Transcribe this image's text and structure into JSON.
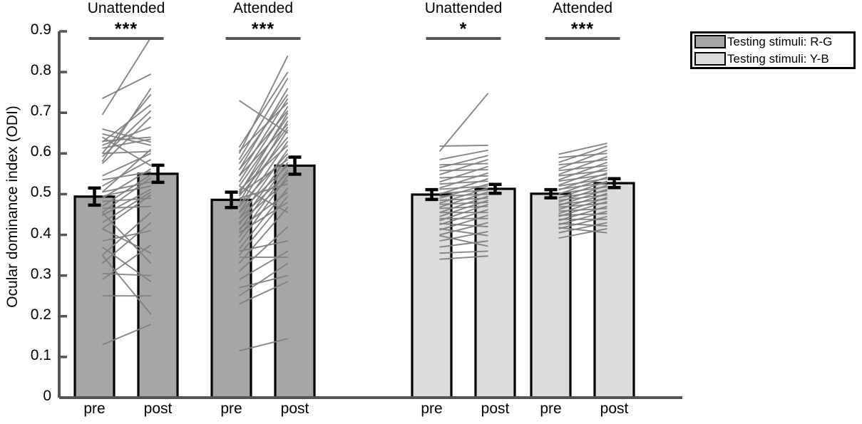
{
  "chart_data": {
    "type": "bar",
    "title": "",
    "xlabel": "",
    "ylabel": "Ocular dominance index (ODI)",
    "ylim": [
      0,
      0.9
    ],
    "ytick_labels": [
      "0",
      "0.1",
      "0.2",
      "0.3",
      "0.4",
      "0.5",
      "0.6",
      "0.7",
      "0.8",
      "0.9"
    ],
    "ytick_values": [
      0,
      0.1,
      0.2,
      0.3,
      0.4,
      0.5,
      0.6,
      0.7,
      0.8,
      0.9
    ],
    "grid": false,
    "legend_position": "top-right",
    "categories": [
      "pre",
      "post"
    ],
    "group_titles": [
      "Unattended",
      "Attended",
      "Unattended",
      "Attended"
    ],
    "legend": [
      {
        "label": "Testing stimuli: R-G",
        "color": "#a6a6a6"
      },
      {
        "label": "Testing stimuli: Y-B",
        "color": "#dcdcdc"
      }
    ],
    "groups": [
      {
        "name": "Unattended R-G",
        "title": "Unattended",
        "stimulus": "R-G",
        "color": "#a6a6a6",
        "significance": "***",
        "bars": [
          {
            "label": "pre",
            "value": 0.494,
            "error": 0.021
          },
          {
            "label": "post",
            "value": 0.55,
            "error": 0.021
          }
        ]
      },
      {
        "name": "Attended R-G",
        "title": "Attended",
        "stimulus": "R-G",
        "color": "#a6a6a6",
        "significance": "***",
        "bars": [
          {
            "label": "pre",
            "value": 0.486,
            "error": 0.019
          },
          {
            "label": "post",
            "value": 0.57,
            "error": 0.021
          }
        ]
      },
      {
        "name": "Unattended Y-B",
        "title": "Unattended",
        "stimulus": "Y-B",
        "color": "#dcdcdc",
        "significance": "*",
        "bars": [
          {
            "label": "pre",
            "value": 0.499,
            "error": 0.012
          },
          {
            "label": "post",
            "value": 0.513,
            "error": 0.011
          }
        ]
      },
      {
        "name": "Attended Y-B",
        "title": "Attended",
        "stimulus": "Y-B",
        "color": "#dcdcdc",
        "significance": "***",
        "bars": [
          {
            "label": "pre",
            "value": 0.501,
            "error": 0.01
          },
          {
            "label": "post",
            "value": 0.527,
            "error": 0.011
          }
        ]
      }
    ],
    "subject_lines": {
      "description": "Paired pre-post individual subject lines overlaid on each bar group",
      "color": "#808080",
      "groups": [
        {
          "group": "Unattended R-G",
          "pairs": [
            [
              0.695,
              0.885
            ],
            [
              0.735,
              0.795
            ],
            [
              0.58,
              0.76
            ],
            [
              0.6,
              0.745
            ],
            [
              0.628,
              0.72
            ],
            [
              0.592,
              0.705
            ],
            [
              0.575,
              0.69
            ],
            [
              0.62,
              0.665
            ],
            [
              0.63,
              0.64
            ],
            [
              0.613,
              0.635
            ],
            [
              0.66,
              0.628
            ],
            [
              0.648,
              0.62
            ],
            [
              0.505,
              0.61
            ],
            [
              0.6,
              0.605
            ],
            [
              0.545,
              0.6
            ],
            [
              0.52,
              0.585
            ],
            [
              0.64,
              0.57
            ],
            [
              0.49,
              0.562
            ],
            [
              0.535,
              0.555
            ],
            [
              0.47,
              0.548
            ],
            [
              0.455,
              0.54
            ],
            [
              0.505,
              0.53
            ],
            [
              0.495,
              0.52
            ],
            [
              0.448,
              0.512
            ],
            [
              0.43,
              0.505
            ],
            [
              0.415,
              0.498
            ],
            [
              0.482,
              0.49
            ],
            [
              0.465,
              0.47
            ],
            [
              0.35,
              0.455
            ],
            [
              0.33,
              0.43
            ],
            [
              0.385,
              0.41
            ],
            [
              0.29,
              0.375
            ],
            [
              0.415,
              0.355
            ],
            [
              0.455,
              0.33
            ],
            [
              0.305,
              0.3
            ],
            [
              0.37,
              0.285
            ],
            [
              0.25,
              0.25
            ],
            [
              0.35,
              0.205
            ],
            [
              0.13,
              0.18
            ]
          ]
        },
        {
          "group": "Attended R-G",
          "pairs": [
            [
              0.6,
              0.84
            ],
            [
              0.615,
              0.8
            ],
            [
              0.585,
              0.785
            ],
            [
              0.56,
              0.76
            ],
            [
              0.575,
              0.745
            ],
            [
              0.545,
              0.735
            ],
            [
              0.605,
              0.725
            ],
            [
              0.53,
              0.715
            ],
            [
              0.56,
              0.705
            ],
            [
              0.5,
              0.7
            ],
            [
              0.52,
              0.69
            ],
            [
              0.48,
              0.68
            ],
            [
              0.545,
              0.672
            ],
            [
              0.505,
              0.665
            ],
            [
              0.47,
              0.658
            ],
            [
              0.73,
              0.65
            ],
            [
              0.495,
              0.64
            ],
            [
              0.455,
              0.63
            ],
            [
              0.51,
              0.62
            ],
            [
              0.44,
              0.61
            ],
            [
              0.47,
              0.6
            ],
            [
              0.425,
              0.592
            ],
            [
              0.5,
              0.585
            ],
            [
              0.41,
              0.578
            ],
            [
              0.455,
              0.57
            ],
            [
              0.395,
              0.56
            ],
            [
              0.44,
              0.552
            ],
            [
              0.38,
              0.545
            ],
            [
              0.43,
              0.535
            ],
            [
              0.49,
              0.525
            ],
            [
              0.365,
              0.515
            ],
            [
              0.415,
              0.505
            ],
            [
              0.35,
              0.495
            ],
            [
              0.405,
              0.48
            ],
            [
              0.33,
              0.468
            ],
            [
              0.52,
              0.455
            ],
            [
              0.31,
              0.42
            ],
            [
              0.36,
              0.385
            ],
            [
              0.29,
              0.36
            ],
            [
              0.345,
              0.345
            ],
            [
              0.25,
              0.33
            ],
            [
              0.27,
              0.3
            ],
            [
              0.23,
              0.285
            ],
            [
              0.115,
              0.145
            ]
          ]
        },
        {
          "group": "Unattended Y-B",
          "pairs": [
            [
              0.605,
              0.748
            ],
            [
              0.618,
              0.62
            ],
            [
              0.585,
              0.608
            ],
            [
              0.565,
              0.595
            ],
            [
              0.548,
              0.585
            ],
            [
              0.572,
              0.575
            ],
            [
              0.53,
              0.568
            ],
            [
              0.558,
              0.56
            ],
            [
              0.515,
              0.552
            ],
            [
              0.54,
              0.545
            ],
            [
              0.5,
              0.538
            ],
            [
              0.525,
              0.532
            ],
            [
              0.49,
              0.525
            ],
            [
              0.512,
              0.52
            ],
            [
              0.478,
              0.515
            ],
            [
              0.502,
              0.51
            ],
            [
              0.468,
              0.505
            ],
            [
              0.495,
              0.5
            ],
            [
              0.455,
              0.495
            ],
            [
              0.485,
              0.49
            ],
            [
              0.445,
              0.485
            ],
            [
              0.475,
              0.48
            ],
            [
              0.435,
              0.475
            ],
            [
              0.465,
              0.47
            ],
            [
              0.425,
              0.462
            ],
            [
              0.455,
              0.455
            ],
            [
              0.412,
              0.448
            ],
            [
              0.44,
              0.44
            ],
            [
              0.4,
              0.43
            ],
            [
              0.428,
              0.42
            ],
            [
              0.385,
              0.408
            ],
            [
              0.415,
              0.398
            ],
            [
              0.37,
              0.385
            ],
            [
              0.398,
              0.372
            ],
            [
              0.355,
              0.36
            ],
            [
              0.34,
              0.348
            ]
          ]
        },
        {
          "group": "Attended Y-B",
          "pairs": [
            [
              0.598,
              0.625
            ],
            [
              0.578,
              0.618
            ],
            [
              0.562,
              0.608
            ],
            [
              0.59,
              0.6
            ],
            [
              0.548,
              0.592
            ],
            [
              0.572,
              0.585
            ],
            [
              0.535,
              0.578
            ],
            [
              0.558,
              0.57
            ],
            [
              0.522,
              0.565
            ],
            [
              0.545,
              0.558
            ],
            [
              0.51,
              0.552
            ],
            [
              0.532,
              0.548
            ],
            [
              0.5,
              0.542
            ],
            [
              0.52,
              0.538
            ],
            [
              0.49,
              0.532
            ],
            [
              0.512,
              0.528
            ],
            [
              0.48,
              0.522
            ],
            [
              0.502,
              0.518
            ],
            [
              0.472,
              0.512
            ],
            [
              0.492,
              0.508
            ],
            [
              0.462,
              0.502
            ],
            [
              0.485,
              0.498
            ],
            [
              0.452,
              0.492
            ],
            [
              0.475,
              0.488
            ],
            [
              0.445,
              0.482
            ],
            [
              0.468,
              0.478
            ],
            [
              0.435,
              0.47
            ],
            [
              0.458,
              0.465
            ],
            [
              0.425,
              0.458
            ],
            [
              0.448,
              0.452
            ],
            [
              0.415,
              0.445
            ],
            [
              0.438,
              0.438
            ],
            [
              0.405,
              0.43
            ],
            [
              0.428,
              0.422
            ],
            [
              0.392,
              0.415
            ],
            [
              0.418,
              0.405
            ]
          ]
        }
      ]
    }
  },
  "axis": {
    "y_label": "Ocular dominance index (ODI)"
  }
}
